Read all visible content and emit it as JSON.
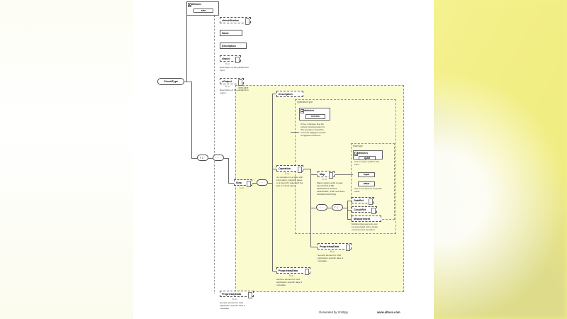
{
  "document": {
    "title": "CircuitType XML Schema Diagram",
    "generator_note": "Generated by XmlSpy",
    "vendor_url": "www.altova.com"
  },
  "root": {
    "label": "CircuitType"
  },
  "top_attributes": {
    "header": "attributes",
    "rows": [
      {
        "label": "size"
      }
    ]
  },
  "circuit_children": [
    {
      "label": "cIdentification",
      "card": "",
      "anno": ""
    },
    {
      "label": "Name",
      "card": "",
      "anno": ""
    },
    {
      "label": "Description",
      "card": "",
      "anno": ""
    },
    {
      "label": "cInput",
      "card": "0..∞",
      "anno": "Description of the parallcircuit\ninput"
    },
    {
      "label": "cOutput",
      "card": "0..∞",
      "anno": "Description of the parallcircuit\noutput"
    }
  ],
  "step": {
    "label": "Step",
    "card": "1..∞"
  },
  "step_type": {
    "frame_label": "StepType",
    "description": {
      "label": "Description"
    },
    "proprietary": {
      "label": "ProprietaryData",
      "card": "0..∞",
      "anno": "Generic element to hold\napplication specific data or\nmetadata"
    }
  },
  "operation_type": {
    "frame_label": "OperationType",
    "attributes": {
      "header": "attributes",
      "rows": [
        {
          "label": "reverse"
        }
      ],
      "anno": "If true, indicates that the\nunitary transformation for\nthis operation should be\nreversed (dagger/complex\nconjugate transform)"
    }
  },
  "operation": {
    "label": "Operation",
    "card": "1..∞",
    "anno": "An operation is a Gate with\ninformation mapping gates\nor a fixed I/O value with the\nGat or Circuit inputs"
  },
  "map": {
    "label": "Map",
    "card": "1..∞",
    "anno": "Maps registry qubit to gate\ninput [COULD BE\nOPTIONAL? IF NOT\nSPECIFIED, USE NATURAL\nORDER MAPPING]"
  },
  "map_type": {
    "frame_label": "MapType",
    "attributes": {
      "header": "attributes",
      "rows": [
        {
          "label": "qubit",
          "anno": "Use to map a qubit to this\ninput"
        },
        {
          "label": "input",
          "anno": ""
        },
        {
          "label": "value",
          "anno": "Use to set input to a specific\nvalue"
        }
      ]
    }
  },
  "refs": [
    {
      "label": "GateRef"
    },
    {
      "label": "CircuitRef"
    },
    {
      "label": "Measurement"
    }
  ],
  "refs_anno": "Multiple Map elements can\nbe associated with a single\nmeasurement operation.",
  "operation_proprietary": {
    "label": "ProprietaryData",
    "card": "0..∞",
    "anno": "Generic element to hold\napplication specific data or\nmetadata"
  },
  "circuit_proprietary": {
    "label": "ProprietaryData",
    "card": "0..∞",
    "anno": "Generic element to hold\napplication specific data or\nmetadata"
  },
  "connectors": {
    "sequence_symbol": "····",
    "choice_symbol": "⸮1·"
  }
}
